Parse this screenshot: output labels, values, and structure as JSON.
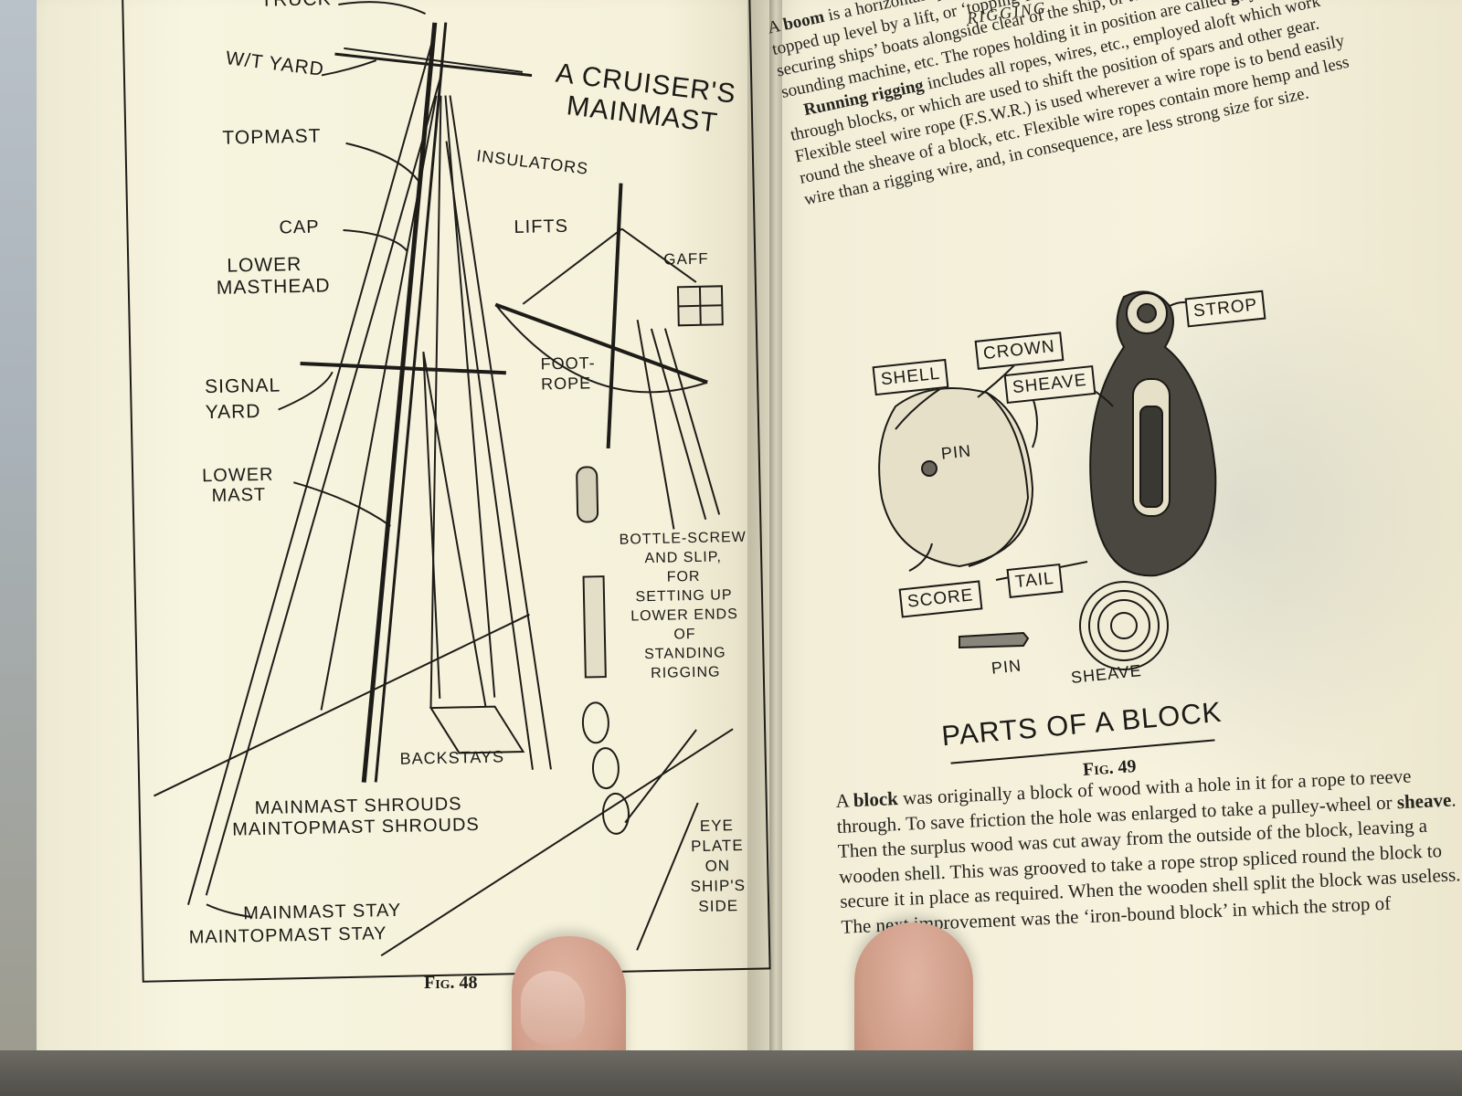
{
  "left_page": {
    "figure_title": [
      "A CRUISER'S",
      "MAINMAST"
    ],
    "labels": {
      "truck": "TRUCK",
      "wt_yard": "W/T YARD",
      "topmast": "TOPMAST",
      "insulators": "INSULATORS",
      "cap": "CAP",
      "lower_masthead": [
        "LOWER",
        "MASTHEAD"
      ],
      "lifts": "LIFTS",
      "gaff": "GAFF",
      "signal_yard": [
        "SIGNAL",
        "YARD"
      ],
      "foot_rope": [
        "FOOT-",
        "ROPE"
      ],
      "lower_mast": [
        "LOWER",
        "MAST"
      ],
      "bottle_screw": [
        "BOTTLE-SCREW",
        "AND SLIP,",
        "FOR",
        "SETTING UP",
        "LOWER ENDS",
        "OF",
        "STANDING",
        "RIGGING"
      ],
      "backstays": "BACKSTAYS",
      "mainmast_shrouds": "MAINMAST SHROUDS",
      "maintopmast_shrouds": "MAINTOPMAST SHROUDS",
      "eye_plate": [
        "EYE",
        "PLATE",
        "ON",
        "SHIP'S",
        "SIDE"
      ],
      "mainmast_stay": "MAINMAST STAY",
      "maintopmast_stay": "MAINTOPMAST STAY"
    },
    "caption": "Fig. 48"
  },
  "right_page": {
    "running_head": "RIGGING",
    "top_paragraph": {
      "boom_intro": "A ",
      "boom_word": "boom",
      "boom_text": " is a horizontal spar, one end pivoted to the ship to a mast, the other end topped up level by a lift, or ‘topping-lift.’ A boom may be rigged outboard for securing ships’ boats alongside clear of the ship, or to hold clear the wire of a sounding machine, etc. The ropes holding it in position are called ",
      "guys_word": "guys",
      "guys_end": ".",
      "running_word": "Running rigging",
      "running_text": " includes all ropes, wires, etc., employed aloft which work through blocks, or which are used to shift the position of spars and other gear. Flexible steel wire rope (F.S.W.R.) is used wherever a wire rope is to bend easily round the sheave of a block, etc. Flexible wire ropes contain more hemp and less wire than a rigging wire, and, in consequence, are less strong size for size."
    },
    "figure_labels": {
      "shell": "SHELL",
      "crown": "CROWN",
      "sheave_box": "SHEAVE",
      "strop": "STROP",
      "pin_inside": "PIN",
      "score": "SCORE",
      "tail": "TAIL",
      "pin_bottom": "PIN",
      "sheave_bottom": "SHEAVE"
    },
    "figure_title": "PARTS OF A BLOCK",
    "caption": "Fig. 49",
    "bottom_paragraph": {
      "intro": "A ",
      "block_word": "block",
      "text1": " was originally a block of wood with a hole in it for a rope to reeve through. To save friction the hole was enlarged to take a pulley-wheel or ",
      "sheave_word": "sheave",
      "text2": ". Then the surplus wood was cut away from the outside of the block, leaving a wooden shell. This was grooved to take a rope strop spliced round the block to secure it in place as required. When the wooden shell split the block was useless. The next improvement was the ‘iron-bound block’ in which the strop of"
    }
  }
}
